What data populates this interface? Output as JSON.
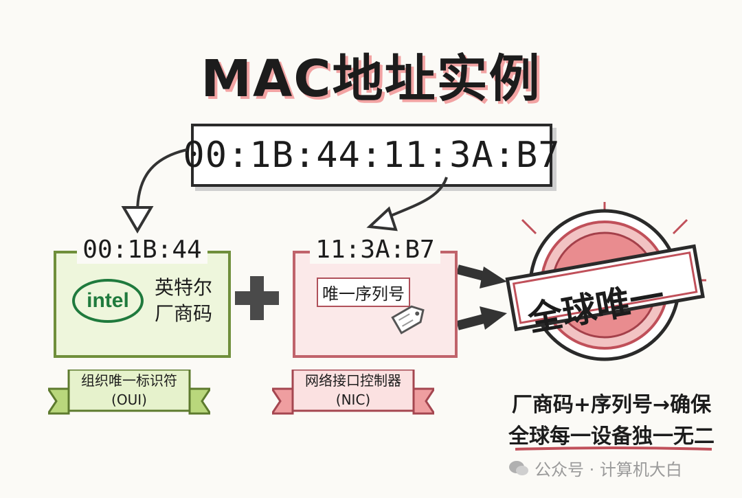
{
  "title": "MAC地址实例",
  "mac_full": "00:1B:44:11:3A:B7",
  "oui": {
    "value": "00:1B:44",
    "logo_text": "intel",
    "desc_line1": "英特尔",
    "desc_line2": "厂商码",
    "banner_line1": "组织唯一标识符",
    "banner_line2": "(OUI)"
  },
  "nic": {
    "value": "11:3A:B7",
    "desc": "唯一序列号",
    "banner_line1": "网络接口控制器",
    "banner_line2": "(NIC)"
  },
  "badge_text": "全球唯一",
  "note_line1": "厂商码+序列号→确保",
  "note_line2": "全球每一设备独一无二",
  "watermark": "公众号 · 计算机大白",
  "icons": [
    "plus-icon",
    "tag-icon",
    "arrow-icon",
    "wechat-icon"
  ],
  "colors": {
    "green": "#6f8f3b",
    "red": "#c0636b",
    "title_shadow": "#f2a3a3"
  }
}
